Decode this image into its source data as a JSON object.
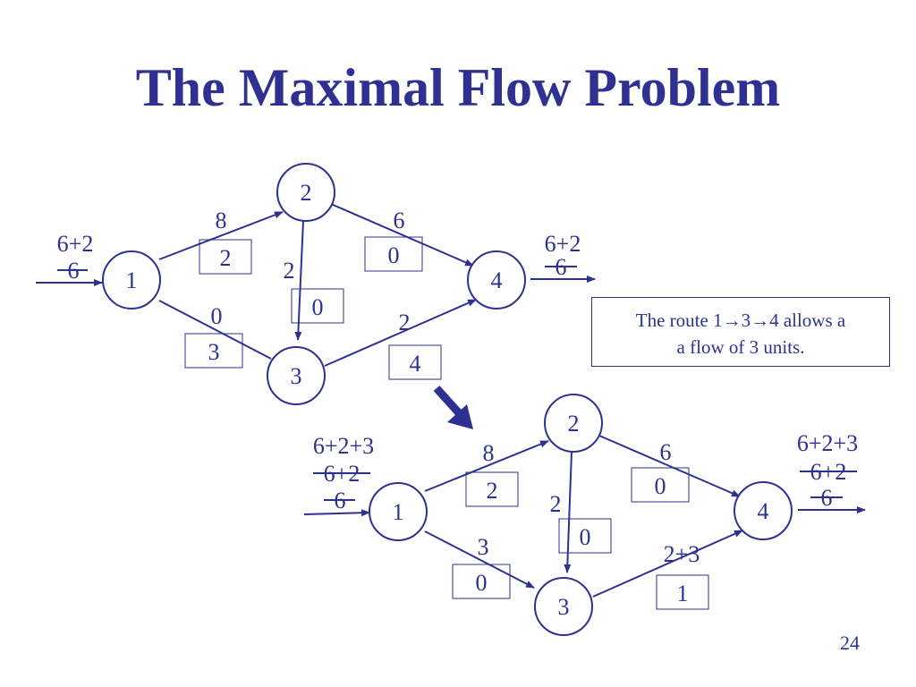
{
  "title": "The Maximal Flow Problem",
  "page_number": "24",
  "note": {
    "line1": "The route 1→3→4 allows a",
    "line2": "a flow of 3 units."
  },
  "colors": {
    "primary": "#2e3192",
    "background": "#ffffff"
  },
  "diagram_top": {
    "nodes": [
      "1",
      "2",
      "3",
      "4"
    ],
    "source_flow": {
      "current": "6+2",
      "struck": "6"
    },
    "sink_flow": {
      "current": "6+2",
      "struck": "6"
    },
    "edges": {
      "e12": {
        "value": "8",
        "box": "2"
      },
      "e24": {
        "value": "6",
        "box": "0"
      },
      "e23": {
        "value": "2",
        "box": "0"
      },
      "e13": {
        "value": "0",
        "box": "3"
      },
      "e34": {
        "value": "2",
        "box": "4"
      }
    }
  },
  "diagram_bottom": {
    "nodes": [
      "1",
      "2",
      "3",
      "4"
    ],
    "source_flow": {
      "current": "6+2+3",
      "struck1": "6+2",
      "struck2": "6"
    },
    "sink_flow": {
      "current": "6+2+3",
      "struck1": "6+2",
      "struck2": "6"
    },
    "edges": {
      "e12": {
        "value": "8",
        "box": "2"
      },
      "e24": {
        "value": "6",
        "box": "0"
      },
      "e23": {
        "value": "2",
        "box": "0"
      },
      "e13": {
        "value": "3",
        "box": "0"
      },
      "e34": {
        "value": "2+3",
        "box": "1"
      }
    }
  }
}
